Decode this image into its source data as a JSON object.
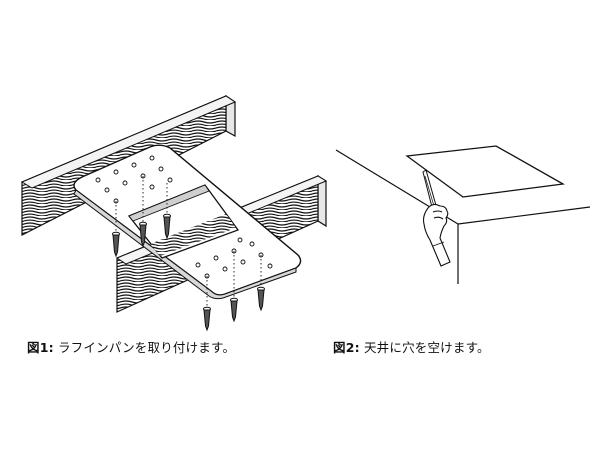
{
  "figures": [
    {
      "number": "図1:",
      "text": "ラフインパンを取り付けます。"
    },
    {
      "number": "図2:",
      "text": "天井に穴を空けます。"
    }
  ]
}
